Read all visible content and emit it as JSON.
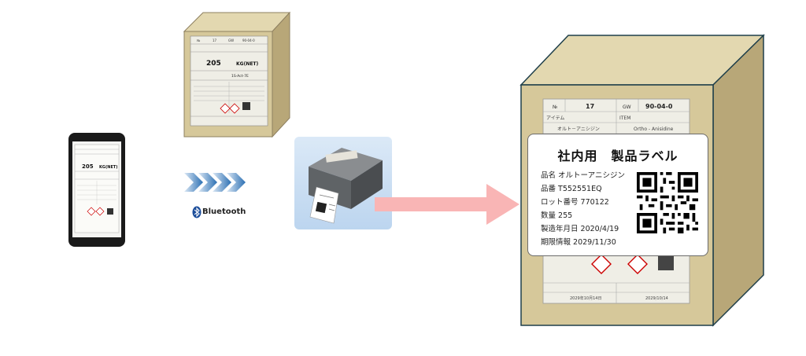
{
  "bluetooth": {
    "label": "Bluetooth"
  },
  "small_label": {
    "row1": [
      "№",
      "17",
      "GW",
      "90-04-0"
    ],
    "quantity": "205",
    "unit": "KG(NET)",
    "lot": "1S-Act-7E"
  },
  "phone_label": {
    "quantity": "205",
    "unit": "KG(NET)"
  },
  "background_label": {
    "row1": [
      "№",
      "17",
      "GW",
      "90-04-0"
    ],
    "row2_left": "アイテム",
    "row2_right": "ITEM",
    "row3_left": "オルト－アニシジン",
    "row3_right": "Ortho - Anisidine",
    "bottom_left": "2029年10月14日",
    "bottom_right": "2029/10/14"
  },
  "product_label": {
    "title": "社内用　製品ラベル",
    "lines": [
      "品名 オルトーアニシジン",
      "品番  T552551EQ",
      "ロット番号 770122",
      "数量 255",
      "製造年月日 2020/4/19",
      "期限情報 2029/11/30"
    ]
  },
  "colors": {
    "box_face": "#d6c89a",
    "box_side": "#b8a778",
    "box_top": "#e3d8b0",
    "box_edge": "#1f3f4a",
    "arrow": "#f9b5b5",
    "chevron": "#2b6fb3"
  }
}
